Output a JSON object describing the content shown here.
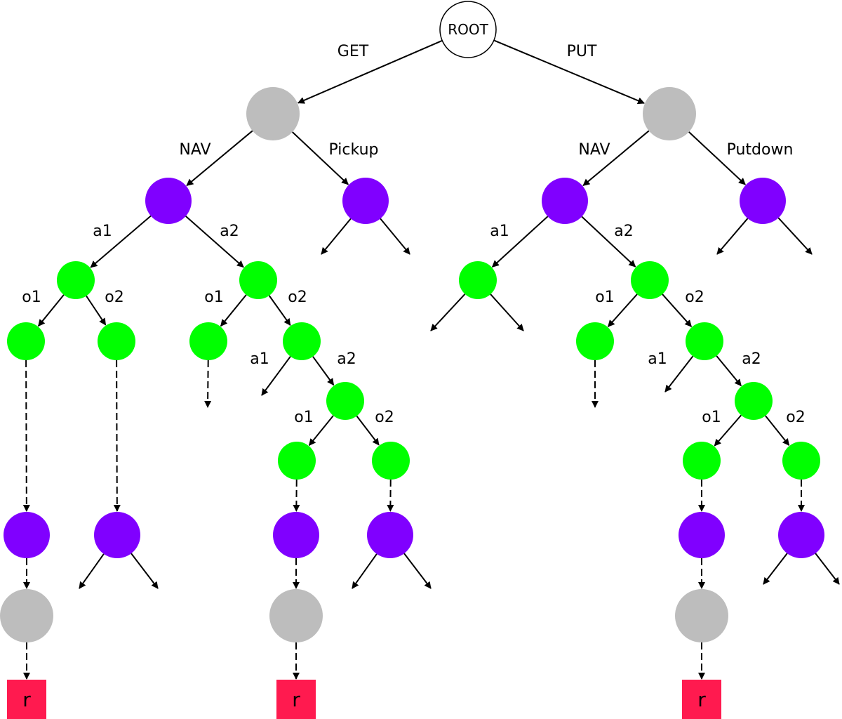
{
  "diagram": {
    "colors": {
      "root": "#ffffff",
      "choice": "#bdbdbd",
      "subtask": "#8000ff",
      "primitive": "#00ff00",
      "reward": "#ff1a4f",
      "edge": "#000000"
    },
    "nodes": [
      {
        "id": "root",
        "kind": "root",
        "text": "ROOT"
      },
      {
        "id": "get",
        "kind": "choice"
      },
      {
        "id": "put",
        "kind": "choice"
      },
      {
        "id": "get_nav",
        "kind": "subtask"
      },
      {
        "id": "pickup",
        "kind": "subtask"
      },
      {
        "id": "put_nav",
        "kind": "subtask"
      },
      {
        "id": "putdown",
        "kind": "subtask"
      },
      {
        "id": "g_a1",
        "kind": "primitive"
      },
      {
        "id": "g_a2",
        "kind": "primitive"
      },
      {
        "id": "g_a1_o1",
        "kind": "primitive"
      },
      {
        "id": "g_a1_o2",
        "kind": "primitive"
      },
      {
        "id": "g_a2_o1",
        "kind": "primitive"
      },
      {
        "id": "g_a2_o2",
        "kind": "primitive"
      },
      {
        "id": "g_a2_o2_a2",
        "kind": "primitive"
      },
      {
        "id": "g_a2_o2_a2_o1",
        "kind": "primitive"
      },
      {
        "id": "g_a2_o2_a2_o2",
        "kind": "primitive"
      },
      {
        "id": "g_p1",
        "kind": "subtask"
      },
      {
        "id": "g_p2",
        "kind": "subtask"
      },
      {
        "id": "g_p3",
        "kind": "subtask"
      },
      {
        "id": "g_p4",
        "kind": "subtask"
      },
      {
        "id": "g_gray1",
        "kind": "choice"
      },
      {
        "id": "g_gray2",
        "kind": "choice"
      },
      {
        "id": "g_r1",
        "kind": "reward",
        "text": "r"
      },
      {
        "id": "g_r2",
        "kind": "reward",
        "text": "r"
      },
      {
        "id": "p_a1",
        "kind": "primitive"
      },
      {
        "id": "p_a2",
        "kind": "primitive"
      },
      {
        "id": "p_a2_o1",
        "kind": "primitive"
      },
      {
        "id": "p_a2_o2",
        "kind": "primitive"
      },
      {
        "id": "p_a2_o2_a2",
        "kind": "primitive"
      },
      {
        "id": "p_a2_o2_a2_o1",
        "kind": "primitive"
      },
      {
        "id": "p_a2_o2_a2_o2",
        "kind": "primitive"
      },
      {
        "id": "p_p1",
        "kind": "subtask"
      },
      {
        "id": "p_p2",
        "kind": "subtask"
      },
      {
        "id": "p_gray",
        "kind": "choice"
      },
      {
        "id": "p_r",
        "kind": "reward",
        "text": "r"
      }
    ],
    "edge_labels": {
      "get": "GET",
      "put": "PUT",
      "nav": "NAV",
      "pickup": "Pickup",
      "putdown": "Putdown",
      "a1": "a1",
      "a2": "a2",
      "o1": "o1",
      "o2": "o2"
    }
  }
}
